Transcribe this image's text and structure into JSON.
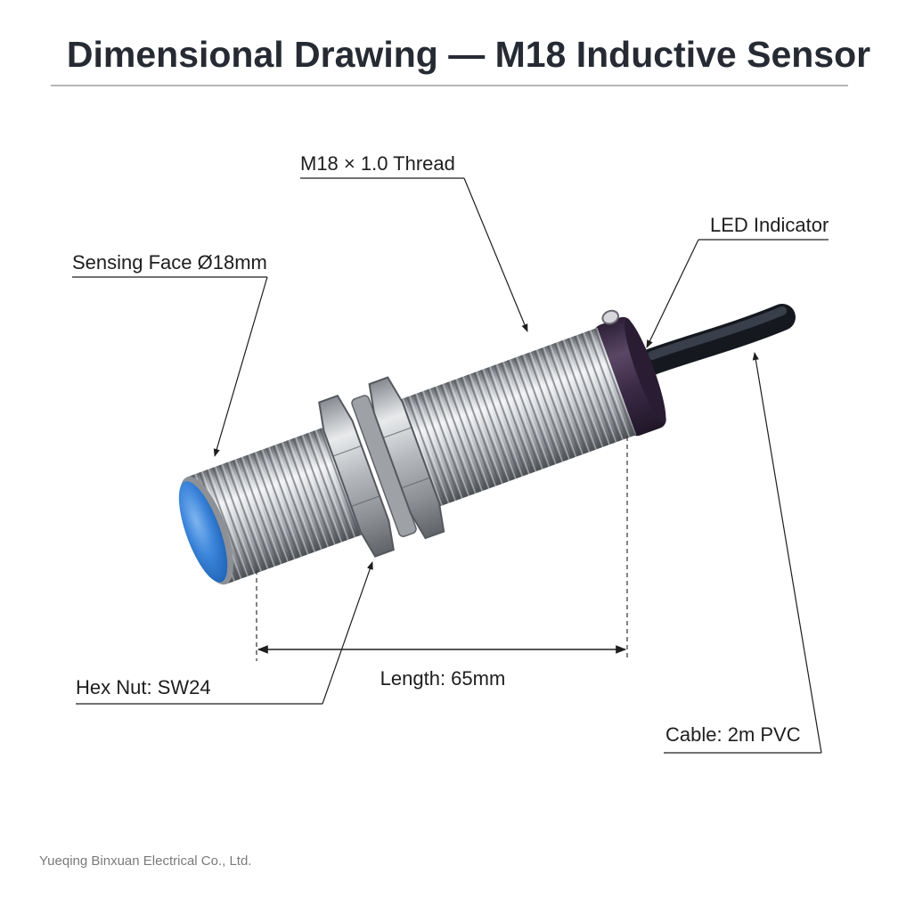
{
  "header": {
    "title": "Dimensional Drawing — M18 Inductive Sensor"
  },
  "callouts": {
    "thread": "M18 × 1.0 Thread",
    "led": "LED Indicator",
    "sensing_face": "Sensing Face Ø18mm",
    "hex_nut": "Hex Nut: SW24",
    "length": "Length: 65mm",
    "cable": "Cable: 2m PVC"
  },
  "footer": {
    "company": "Yueqing Binxuan Electrical Co., Ltd."
  },
  "colors": {
    "sensing_face": "#2f7fd8",
    "body_metal": "#b9bcc0",
    "end_cap": "#3b2a45",
    "cable": "#1f242c",
    "text": "#1e1e1e"
  }
}
